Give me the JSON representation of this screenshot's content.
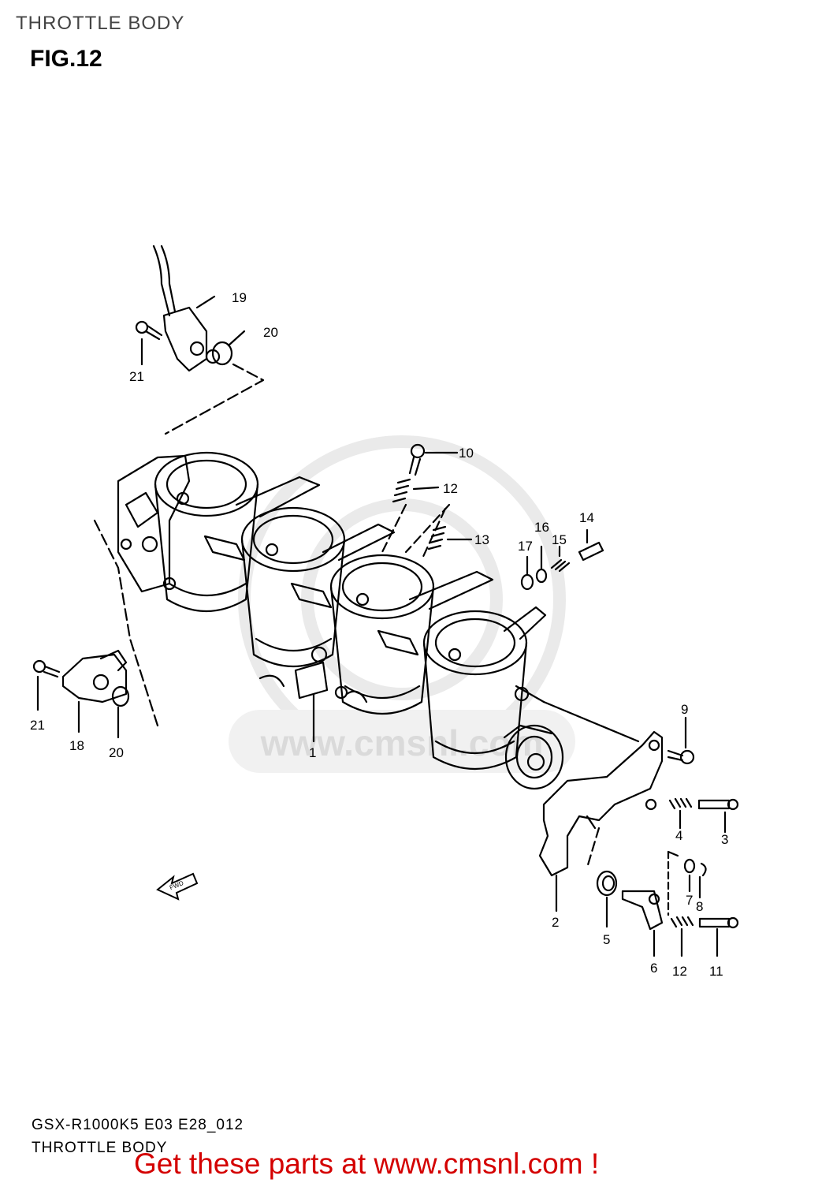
{
  "header": {
    "section_title": "THROTTLE BODY",
    "figure_label": "FIG.12"
  },
  "diagram": {
    "part_numbers": [
      "1",
      "2",
      "3",
      "4",
      "5",
      "6",
      "7",
      "8",
      "9",
      "10",
      "11",
      "12",
      "12",
      "13",
      "14",
      "15",
      "16",
      "17",
      "18",
      "19",
      "20",
      "20",
      "21",
      "21"
    ],
    "watermark": "www.cmsnl.com",
    "fwd_arrow_text": "FWD"
  },
  "footer": {
    "model_code": "GSX-R1000K5 E03 E28_012",
    "title": "THROTTLE BODY",
    "call_to_action": "Get these parts at www.cmsnl.com !"
  },
  "colors": {
    "line": "#000000",
    "watermark": "#d9d9d9",
    "cta": "#d40000"
  }
}
